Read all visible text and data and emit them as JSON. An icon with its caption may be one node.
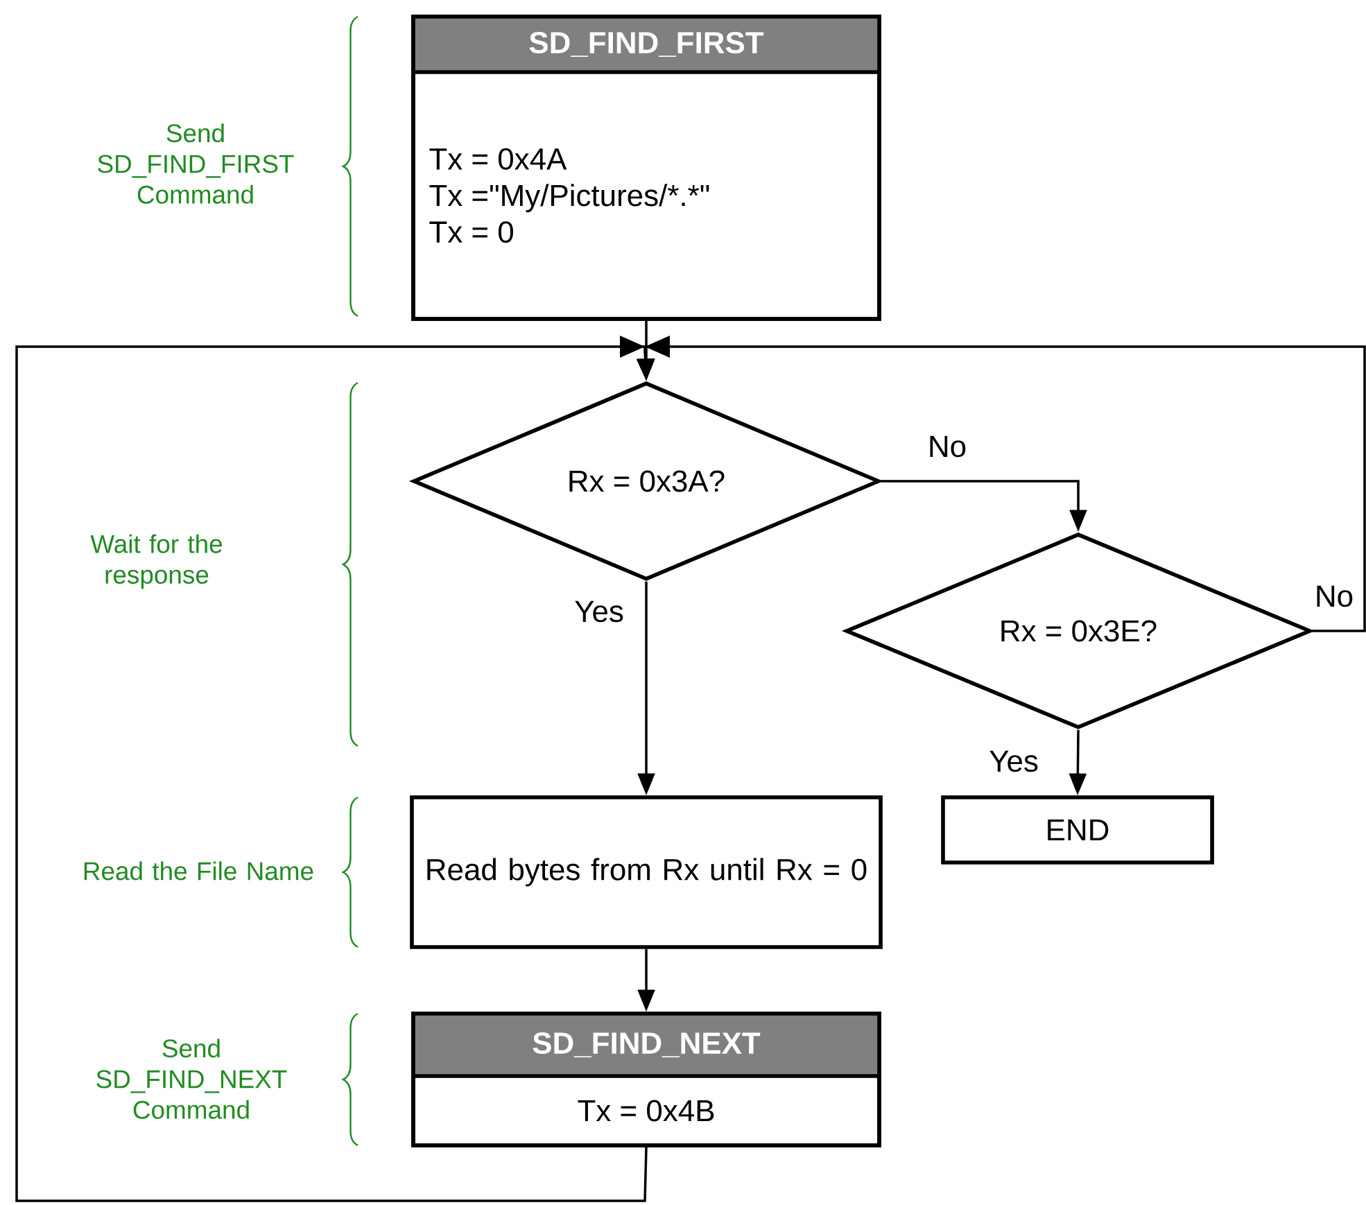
{
  "diagram": {
    "nodes": [
      {
        "text": [
          "SD_FIND_FIRST",
          "Tx = 0x4A",
          "Tx =\"My/Pictures/*.*\"",
          "Tx = 0"
        ]
      },
      {
        "text": [
          "Rx = 0x3A?"
        ]
      },
      {
        "text": [
          "Rx = 0x3E?"
        ]
      },
      {
        "text": [
          "END"
        ]
      },
      {
        "text": [
          "Read bytes from Rx until Rx = 0"
        ]
      },
      {
        "text": [
          "SD_FIND_NEXT",
          "Tx = 0x4B"
        ]
      }
    ],
    "edges": [
      {
        "from": 0,
        "to": 1,
        "arrow": "to"
      },
      {
        "from": 1,
        "to": 2,
        "arrow": "to",
        "label": "No"
      },
      {
        "from": 1,
        "to": 4,
        "arrow": "to",
        "label": "Yes"
      },
      {
        "from": 2,
        "to": 3,
        "arrow": "to",
        "label": "Yes"
      },
      {
        "from": 2,
        "to": 1,
        "arrow": "to",
        "label": "No"
      },
      {
        "from": 4,
        "to": 5,
        "arrow": "to"
      },
      {
        "from": 5,
        "to": 1,
        "arrow": "to"
      }
    ],
    "labels": [
      "Send SD_FIND_FIRST Command",
      "Wait for the response",
      "Read the File Name",
      "Send SD_FIND_NEXT Command"
    ]
  }
}
